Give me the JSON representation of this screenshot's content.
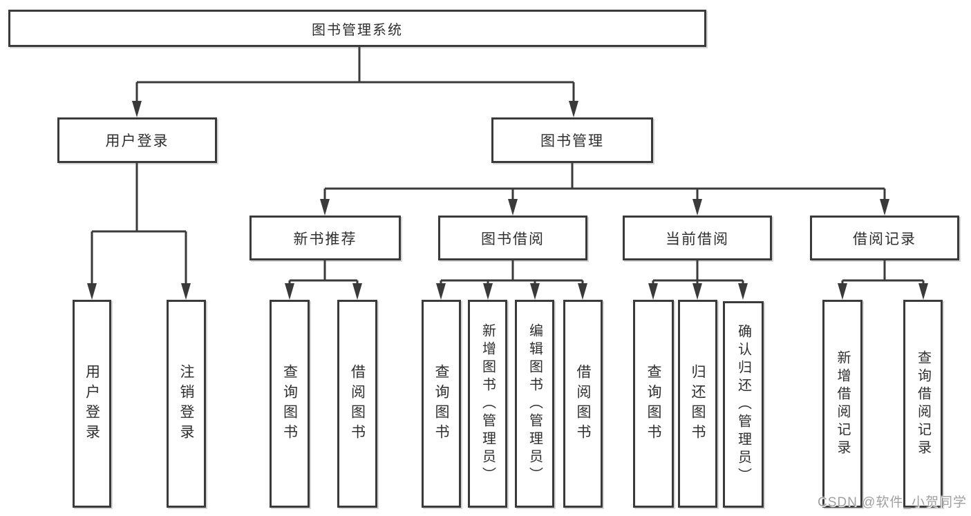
{
  "diagram": {
    "root": {
      "label": "图书管理系统"
    },
    "level2": {
      "user_login": {
        "label": "用户登录"
      },
      "book_management": {
        "label": "图书管理"
      }
    },
    "level3": {
      "new_book_recommend": {
        "label": "新书推荐"
      },
      "book_borrowing": {
        "label": "图书借阅"
      },
      "current_borrowing": {
        "label": "当前借阅"
      },
      "borrowing_records": {
        "label": "借阅记录"
      }
    },
    "leaves": {
      "user_login": [
        "用户登录",
        "注销登录"
      ],
      "new_book_recommend": [
        "查询图书",
        "借阅图书"
      ],
      "book_borrowing": [
        "查询图书",
        "新增图书（管理员）",
        "编辑图书（管理员）",
        "借阅图书"
      ],
      "current_borrowing": [
        "查询图书",
        "归还图书",
        "确认归还（管理员）"
      ],
      "borrowing_records": [
        "新增借阅记录",
        "查询借阅记录"
      ]
    }
  },
  "watermark": "CSDN @软件_小贺同学",
  "colors": {
    "line": "#3a3a3a",
    "border": "#3a3a3a",
    "text": "#2f2f2f",
    "watermark": "#a0a0a0",
    "background": "#ffffff"
  }
}
